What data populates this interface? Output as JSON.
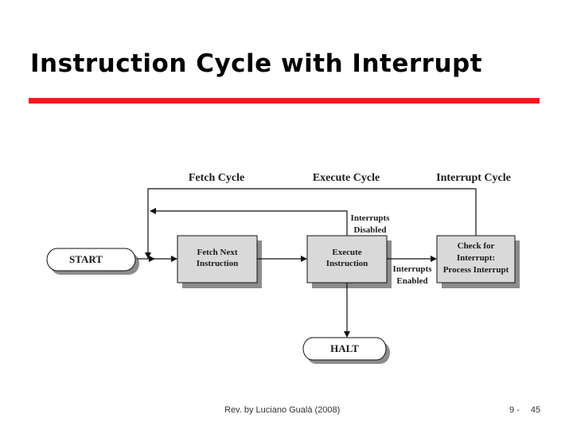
{
  "slide": {
    "title": "Instruction Cycle with Interrupt",
    "footer_credit": "Rev. by Luciano Gualà (2008)",
    "footer_section": "9 -",
    "footer_page": "45",
    "rule_color": "#ee1c1c"
  },
  "diagram": {
    "headers": {
      "fetch": "Fetch Cycle",
      "execute": "Execute Cycle",
      "interrupt": "Interrupt Cycle"
    },
    "nodes": {
      "start": "START",
      "fetch": [
        "Fetch Next",
        "Instruction"
      ],
      "execute": [
        "Execute",
        "Instruction"
      ],
      "check": [
        "Check for",
        "Interrupt:",
        "Process Interrupt"
      ],
      "halt": "HALT"
    },
    "edge_labels": {
      "disabled": [
        "Interrupts",
        "Disabled"
      ],
      "enabled": [
        "Interrupts",
        "Enabled"
      ]
    }
  }
}
